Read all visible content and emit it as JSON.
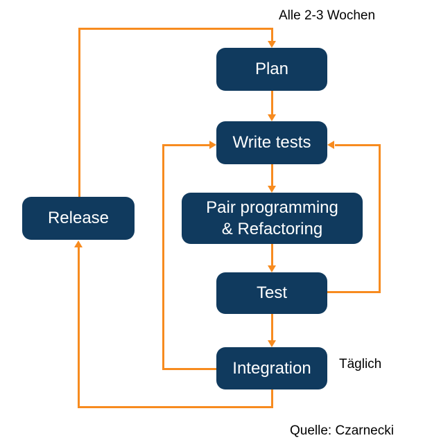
{
  "diagram": {
    "title_hint": "XP development cycle flowchart",
    "colors": {
      "node_fill": "#103A5E",
      "node_text": "#FFFFFF",
      "arrow": "#F78B1F",
      "label_text": "#000000",
      "background": "#FFFFFF"
    },
    "nodes": {
      "plan": {
        "label": "Plan"
      },
      "write_tests": {
        "label": "Write tests"
      },
      "pair": {
        "label_line1": "Pair programming",
        "label_line2": "& Refactoring"
      },
      "test": {
        "label": "Test"
      },
      "integration": {
        "label": "Integration"
      },
      "release": {
        "label": "Release"
      }
    },
    "annotations": {
      "cycle_weeks": "Alle 2-3 Wochen",
      "daily": "Täglich",
      "source": "Quelle: Czarnecki"
    },
    "edges": [
      "Plan -> Write tests",
      "Write tests -> Pair programming & Refactoring",
      "Pair programming & Refactoring -> Test",
      "Test -> Integration",
      "Test -> Write tests (right loop)",
      "Integration -> Write tests (left loop)",
      "Integration -> Release (bottom loop)",
      "Release -> Plan (top loop, every 2-3 weeks)"
    ]
  }
}
